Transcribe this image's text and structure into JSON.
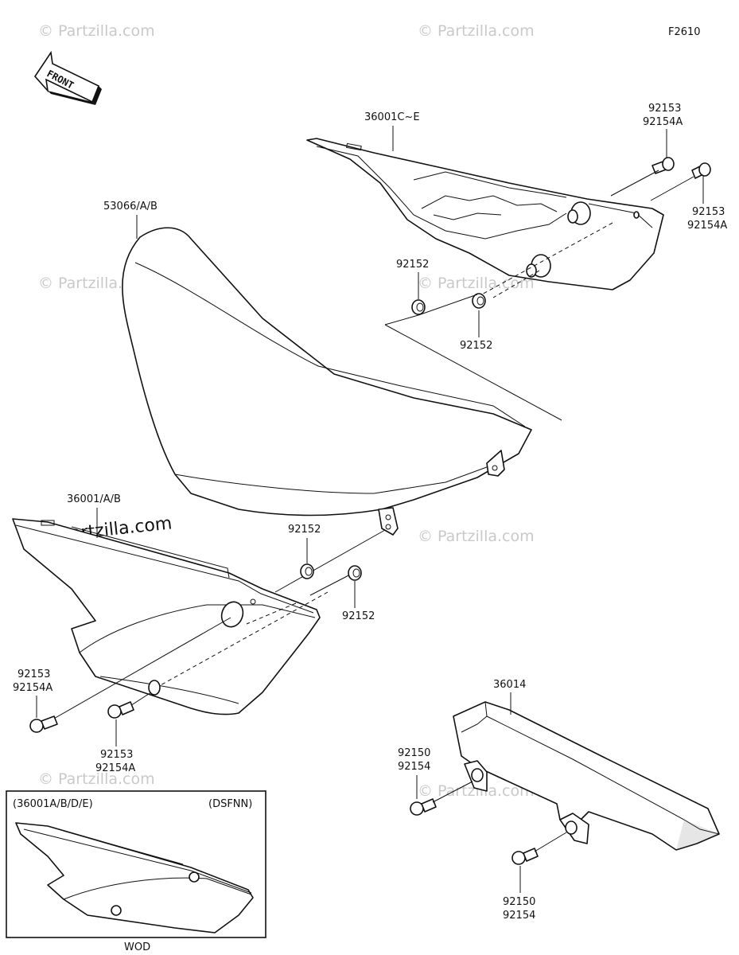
{
  "figure_code": "F2610",
  "front_arrow_label": "FRONT",
  "watermark": "© Partzilla.com",
  "parts": {
    "rear_cover_right": "36001C~E",
    "seat": "53066/A/B",
    "side_cover_left": "36001/A/B",
    "chain_guard": "36014"
  },
  "fasteners": {
    "bolt_pair_a_1": "92153",
    "bolt_pair_a_2": "92154A",
    "bolt_pair_b_1": "92153",
    "bolt_pair_b_2": "92154A",
    "collar_1": "92152",
    "collar_2": "92152",
    "collar_3": "92152",
    "collar_4": "92152",
    "bolt_pair_c_1": "92153",
    "bolt_pair_c_2": "92154A",
    "bolt_pair_d_1": "92153",
    "bolt_pair_d_2": "92154A",
    "bolt_pair_e_1": "92150",
    "bolt_pair_e_2": "92154",
    "bolt_pair_f_1": "92150",
    "bolt_pair_f_2": "92154"
  },
  "inset": {
    "models": "(36001A/B/D/E)",
    "market": "(DSFNN)",
    "caption": "WOD"
  }
}
